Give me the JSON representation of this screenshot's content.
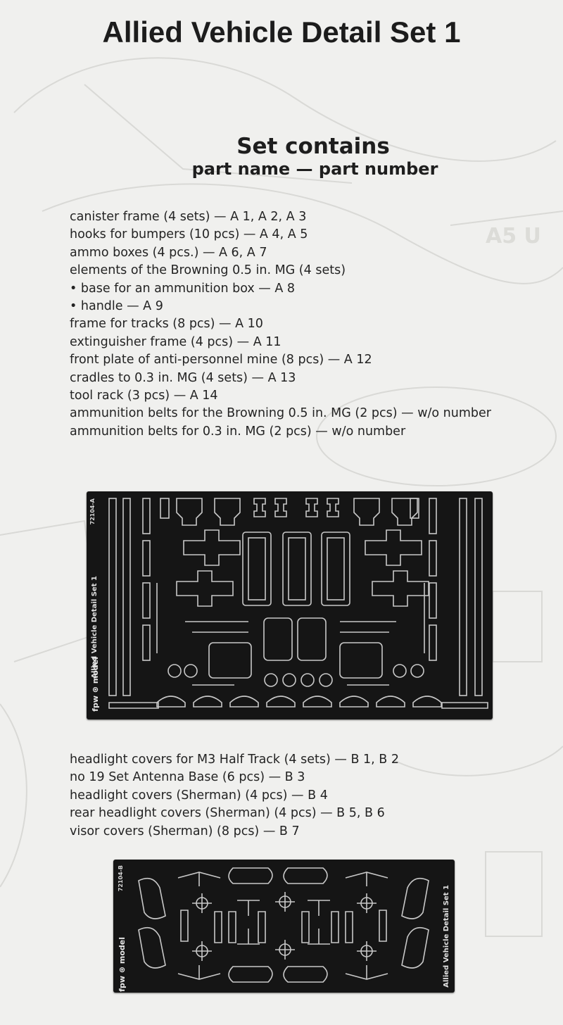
{
  "title": "Allied Vehicle Detail Set 1",
  "set_contains": {
    "heading": "Set contains",
    "subheading": "part name — part number"
  },
  "parts_a": [
    "canister frame (4 sets) — A 1, A 2, A 3",
    "hooks for bumpers (10 pcs) — A 4, A 5",
    "ammo boxes (4 pcs.) — A 6, A 7",
    "elements of the Browning 0.5 in. MG (4 sets)",
    "• base for an ammunition box — A 8",
    "• handle — A 9",
    "frame for tracks (8 pcs) — A 10",
    "extinguisher frame (4 pcs) — A 11",
    "front plate of anti-personnel mine (8 pcs) — A 12",
    "cradles to 0.3 in. MG (4 sets) — A 13",
    "tool rack (3 pcs) — A 14",
    "ammunition belts for the Browning 0.5 in. MG (2 pcs) — w/o number",
    "ammunition belts for 0.3 in. MG (2 pcs) — w/o number"
  ],
  "sheet_a": {
    "code": "72104-A",
    "name": "Allied Vehicle Detail Set 1",
    "brand": "fpw ⊛ model"
  },
  "parts_b": [
    "headlight covers for M3 Half Track (4 sets) — B 1, B 2",
    "no 19 Set Antenna Base (6 pcs) — B 3",
    "headlight covers (Sherman) (4 pcs) — B 4",
    "rear headlight covers (Sherman) (4 pcs) — B 5, B 6",
    "visor covers (Sherman) (8 pcs) — B 7"
  ],
  "sheet_b": {
    "code": "72104-B",
    "name": "Allied Vehicle Detail Set 1",
    "brand": "fpw ⊛ model"
  }
}
